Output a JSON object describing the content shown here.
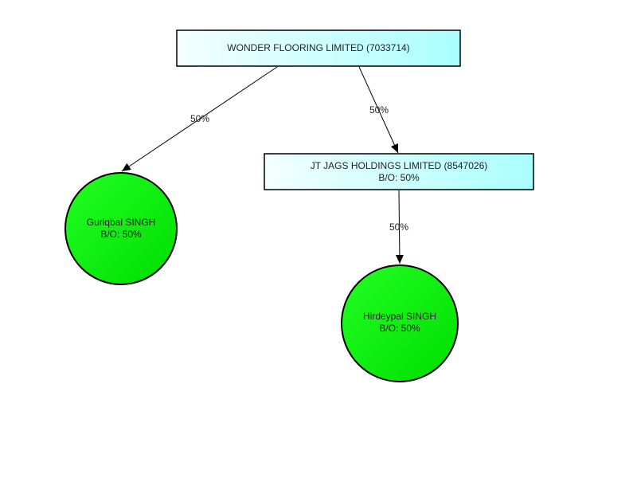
{
  "diagram": {
    "colors": {
      "company_fill_start": "#f4ffff",
      "company_fill_end": "#aaffff",
      "person_fill_start": "#22ff22",
      "person_fill_end": "#00dd00",
      "stroke": "#000000"
    },
    "nodes": {
      "wonder": {
        "line1": "WONDER FLOORING LIMITED (7033714)"
      },
      "jtjags": {
        "line1": "JT JAGS HOLDINGS LIMITED (8547026)",
        "line2": "B/O: 50%"
      },
      "guriqbal": {
        "line1": "Guriqbal SINGH",
        "line2": "B/O: 50%"
      },
      "hirdeypal": {
        "line1": "Hirdeypal SINGH",
        "line2": "B/O: 50%"
      }
    },
    "edges": [
      {
        "from": "wonder",
        "to": "guriqbal",
        "label": "50%"
      },
      {
        "from": "wonder",
        "to": "jtjags",
        "label": "50%"
      },
      {
        "from": "jtjags",
        "to": "hirdeypal",
        "label": "50%"
      }
    ]
  }
}
